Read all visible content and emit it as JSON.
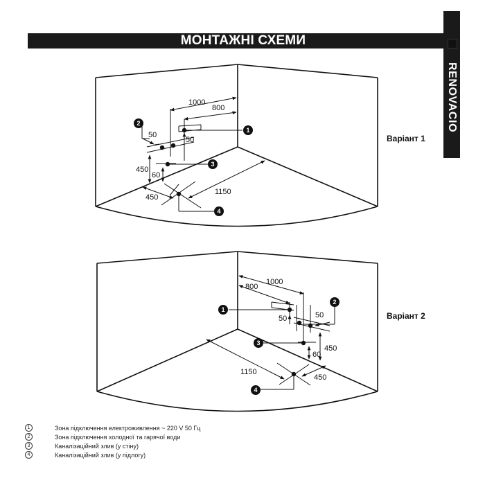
{
  "header": {
    "title": "МОНТАЖНІ СХЕМИ",
    "bar_color": "#1a1a1a"
  },
  "brand": {
    "name": "RENOVACIO"
  },
  "variant1": {
    "label": "Варіант 1",
    "dimensions": {
      "d1000": "1000",
      "d800": "800",
      "d50_left": "50",
      "d50_right": "50",
      "d450_v": "450",
      "d60": "60",
      "d450_floor": "450",
      "d1150": "1150"
    },
    "markers": [
      "1",
      "2",
      "3",
      "4"
    ]
  },
  "variant2": {
    "label": "Варіант 2",
    "dimensions": {
      "d1000": "1000",
      "d800": "800",
      "d50_left": "50",
      "d50_right": "50",
      "d450_v": "450",
      "d60": "60",
      "d450_floor": "450",
      "d1150": "1150"
    },
    "markers": [
      "1",
      "2",
      "3",
      "4"
    ]
  },
  "legend": [
    {
      "num": "1",
      "text": "Зона підключення електроживлення  ~ 220 V 50 Гц"
    },
    {
      "num": "2",
      "text": "Зона підключення холодної та гарячої води"
    },
    {
      "num": "3",
      "text": "Каналізаційний злив (у стіну)"
    },
    {
      "num": "4",
      "text": "Каналізаційний злив (у підлогу)"
    }
  ]
}
